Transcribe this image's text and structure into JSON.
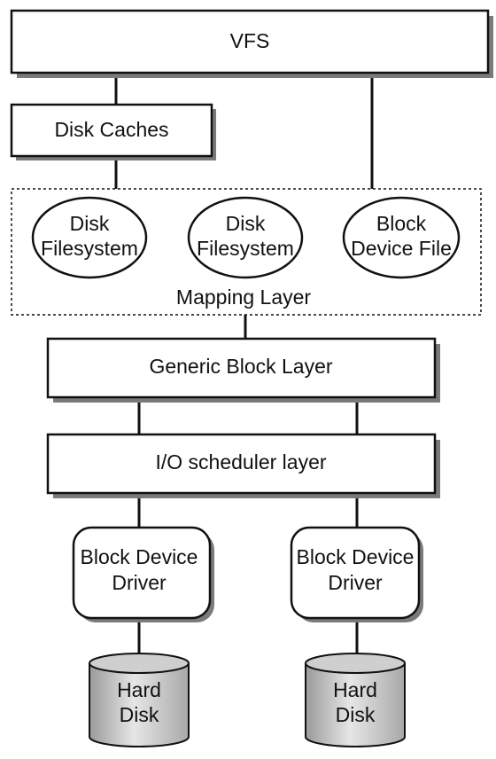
{
  "diagram": {
    "vfs": "VFS",
    "disk_caches": "Disk Caches",
    "mapping_layer": {
      "label": "Mapping Layer",
      "disk_filesystem_1": [
        "Disk",
        "Filesystem"
      ],
      "disk_filesystem_2": [
        "Disk",
        "Filesystem"
      ],
      "block_device_file": [
        "Block",
        "Device File"
      ]
    },
    "generic_block_layer": "Generic Block Layer",
    "io_scheduler_layer": "I/O scheduler layer",
    "drivers": [
      {
        "label": [
          "Block Device",
          "Driver"
        ]
      },
      {
        "label": [
          "Block Device",
          "Driver"
        ]
      }
    ],
    "disks": [
      {
        "label": [
          "Hard",
          "Disk"
        ]
      },
      {
        "label": [
          "Hard",
          "Disk"
        ]
      }
    ]
  }
}
